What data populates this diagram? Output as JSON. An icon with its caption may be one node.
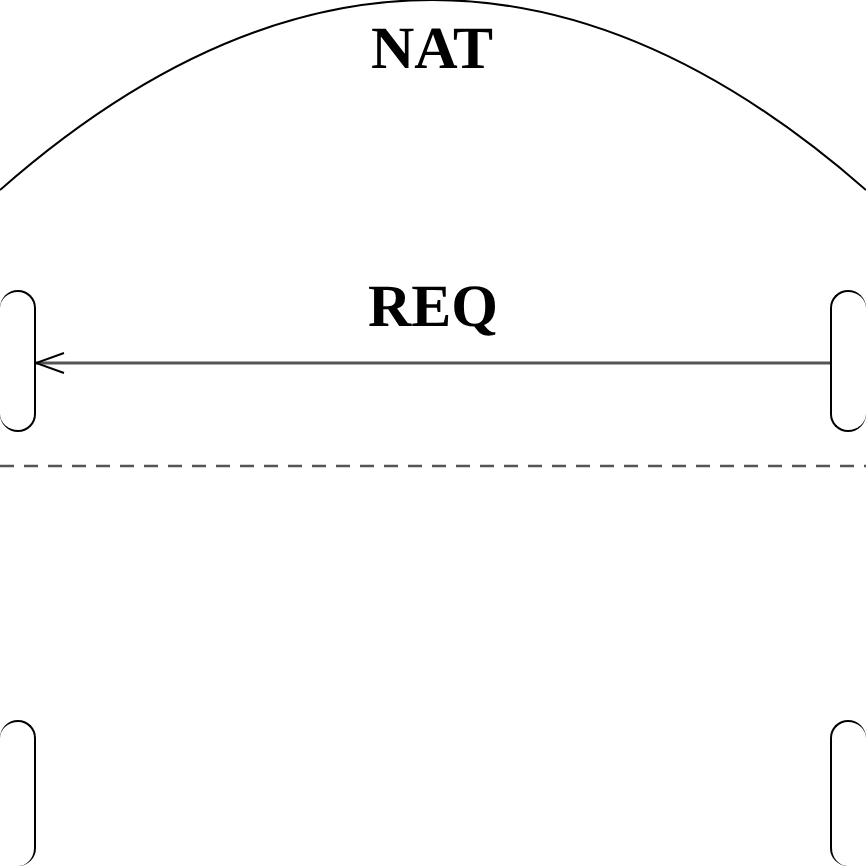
{
  "diagram": {
    "nodes": [
      {
        "text": [],
        "shape": "box"
      },
      {
        "text": [],
        "shape": "box"
      },
      {
        "text": [],
        "shape": "box"
      },
      {
        "text": [],
        "shape": "box"
      }
    ],
    "edges": [
      {
        "from": 1,
        "to": 0,
        "arrow": "to",
        "label": "REQ"
      }
    ],
    "labels": [
      "NAT"
    ]
  }
}
